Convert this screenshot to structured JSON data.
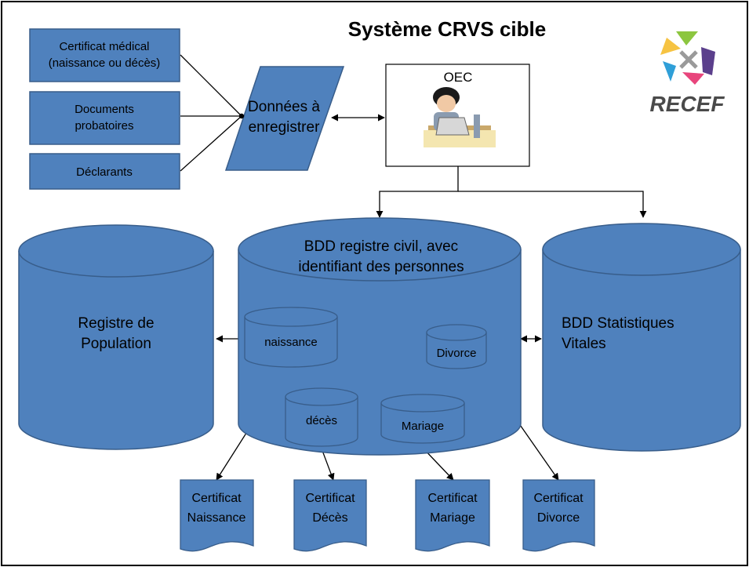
{
  "title": "Système CRVS cible",
  "logo_text": "RECEF",
  "colors": {
    "box_fill": "#4f81bd",
    "box_stroke": "#385d8a",
    "line": "#000000"
  },
  "inputs": [
    {
      "lines": [
        "Certificat médical",
        "(naissance ou décès)"
      ]
    },
    {
      "lines": [
        "Documents",
        "probatoires"
      ]
    },
    {
      "lines": [
        "Déclarants"
      ]
    }
  ],
  "data_to_record": {
    "lines": [
      "Données à",
      "enregistrer"
    ]
  },
  "officer": {
    "label": "OEC",
    "icon": "person-at-computer-icon"
  },
  "population_register": {
    "lines": [
      "Registre de",
      "Population"
    ]
  },
  "civil_db": {
    "lines": [
      "BDD registre civil, avec",
      "identifiant des personnes"
    ]
  },
  "vital_stats_db": {
    "lines": [
      "BDD Statistiques",
      "Vitales"
    ]
  },
  "sub_dbs": [
    {
      "label": "naissance"
    },
    {
      "label": "Divorce"
    },
    {
      "label": "décès"
    },
    {
      "label": "Mariage"
    }
  ],
  "certificates": [
    {
      "lines": [
        "Certificat",
        "Naissance"
      ]
    },
    {
      "lines": [
        "Certificat",
        "Décès"
      ]
    },
    {
      "lines": [
        "Certificat",
        "Mariage"
      ]
    },
    {
      "lines": [
        "Certificat",
        "Divorce"
      ]
    }
  ]
}
